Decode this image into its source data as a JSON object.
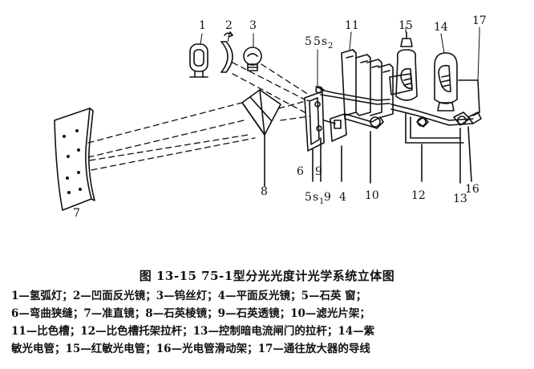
{
  "diagram": {
    "part_labels": [
      "1",
      "2",
      "3",
      "4",
      "5",
      "5",
      "s",
      "2",
      "5",
      "s",
      "1",
      "9",
      "6",
      "7",
      "8",
      "9",
      "10",
      "11",
      "12",
      "13",
      "14",
      "15",
      "16",
      "17"
    ]
  },
  "caption": "图 13-15   75-1型分光光度计光学系统立体图",
  "legend_lines": [
    "1—氢弧灯；2—凹面反光镜；3—钨丝灯；4—平面反光镜；5—石英 窗；",
    "6—弯曲狭缝；7—准直镜；8—石英棱镜；9—石英透镜；10—滤光片架；",
    "11—比色槽；12—比色槽托架拉杆；13—控制暗电流闸门的拉杆；14—紫",
    "敏光电管；15—红敏光电管；16—光电管滑动架；17—通往放大器的导线"
  ]
}
